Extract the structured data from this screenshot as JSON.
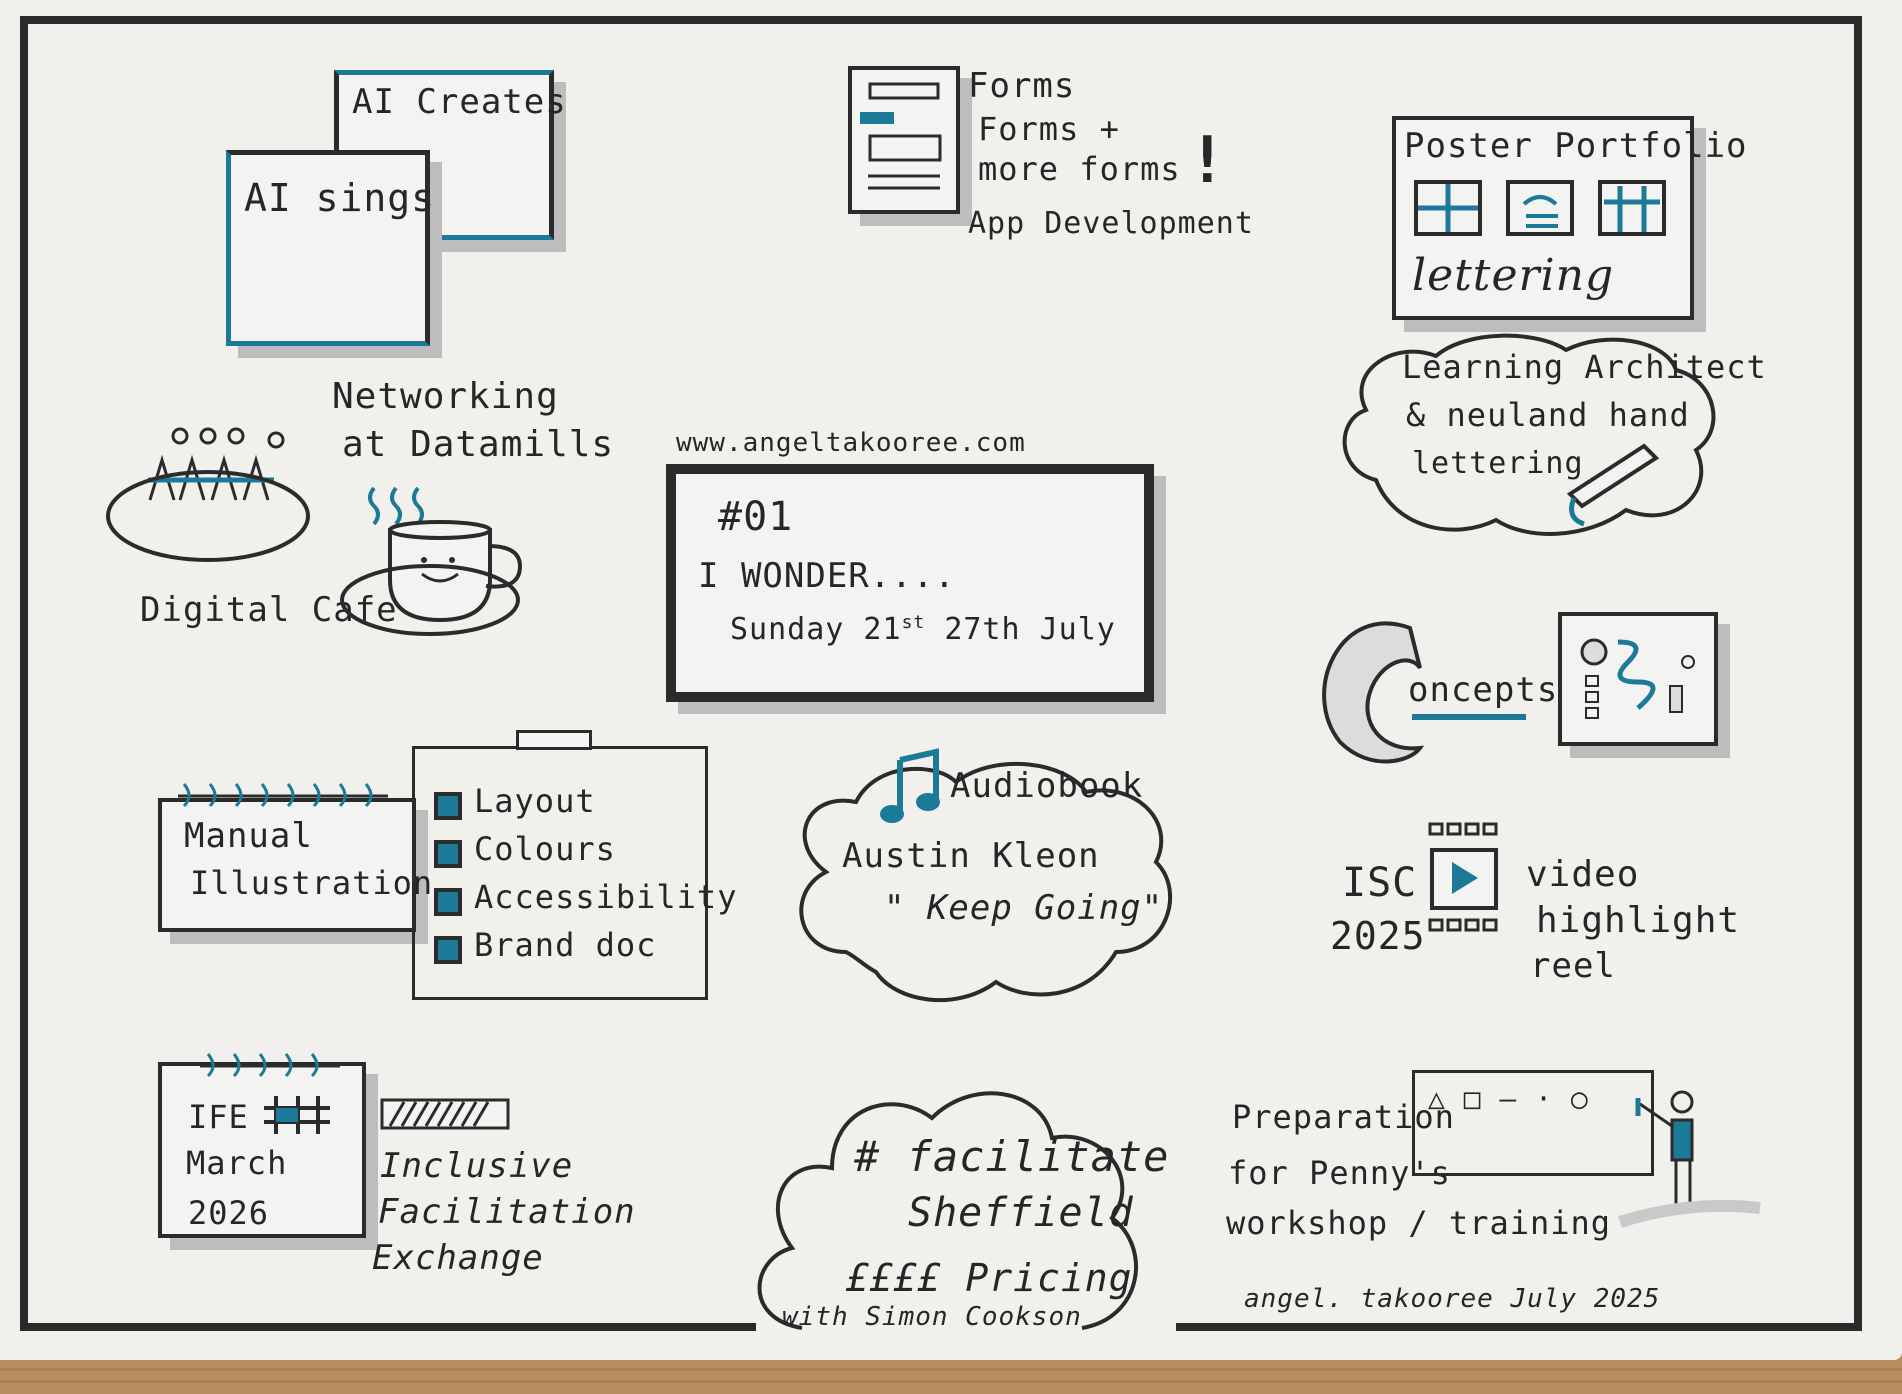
{
  "ai": {
    "creates": "AI Creates",
    "sings": "AI sings"
  },
  "forms": {
    "line1": "Forms",
    "line2": "Forms +",
    "line3": "more forms",
    "exclaim": "!",
    "line4": "App Development"
  },
  "poster": {
    "title": "Poster Portfolio",
    "lettering": "lettering"
  },
  "learning": {
    "line1": "Learning Architect",
    "line2": "& neuland hand",
    "line3": "lettering"
  },
  "networking": {
    "line1": "Networking",
    "line2": "at Datamills"
  },
  "cafe": {
    "label": "Digital Cafe"
  },
  "event": {
    "url": "www.angeltakooree.com",
    "number": "#01",
    "title": "I WONDER....",
    "date_prefix": "Sunday 21",
    "date_sup": "st",
    "date_rest": "27th July"
  },
  "concepts": {
    "label": "oncepts"
  },
  "manual": {
    "line1": "Manual",
    "line2": "Illustration"
  },
  "checklist": {
    "items": [
      "Layout",
      "Colours",
      "Accessibility",
      "Brand doc"
    ]
  },
  "audiobook": {
    "title": "Audiobook",
    "author": "Austin Kleon",
    "book": "\" Keep Going\""
  },
  "isc": {
    "line1": "ISC",
    "line2": "2025",
    "desc1": "video",
    "desc2": "highlight",
    "desc3": "reel"
  },
  "ife": {
    "line1": "IFE",
    "line2": "March",
    "line3": "2026",
    "desc1": "Inclusive",
    "desc2": "Facilitation",
    "desc3": "Exchange"
  },
  "facilitate": {
    "line1": "# facilitate",
    "line2": "Sheffield",
    "line3": "££££ Pricing",
    "line4": "with Simon Cookson"
  },
  "prep": {
    "line1": "Preparation",
    "line2": "for Penny's",
    "line3": "workshop / training",
    "board": "△ □ — · ○"
  },
  "signature": "angel. takooree July 2025",
  "colors": {
    "accent": "#1c7a99",
    "ink": "#262626",
    "paper": "#f1f0ed",
    "shadow": "#bdbdbd",
    "wood": "#b98d5e"
  }
}
